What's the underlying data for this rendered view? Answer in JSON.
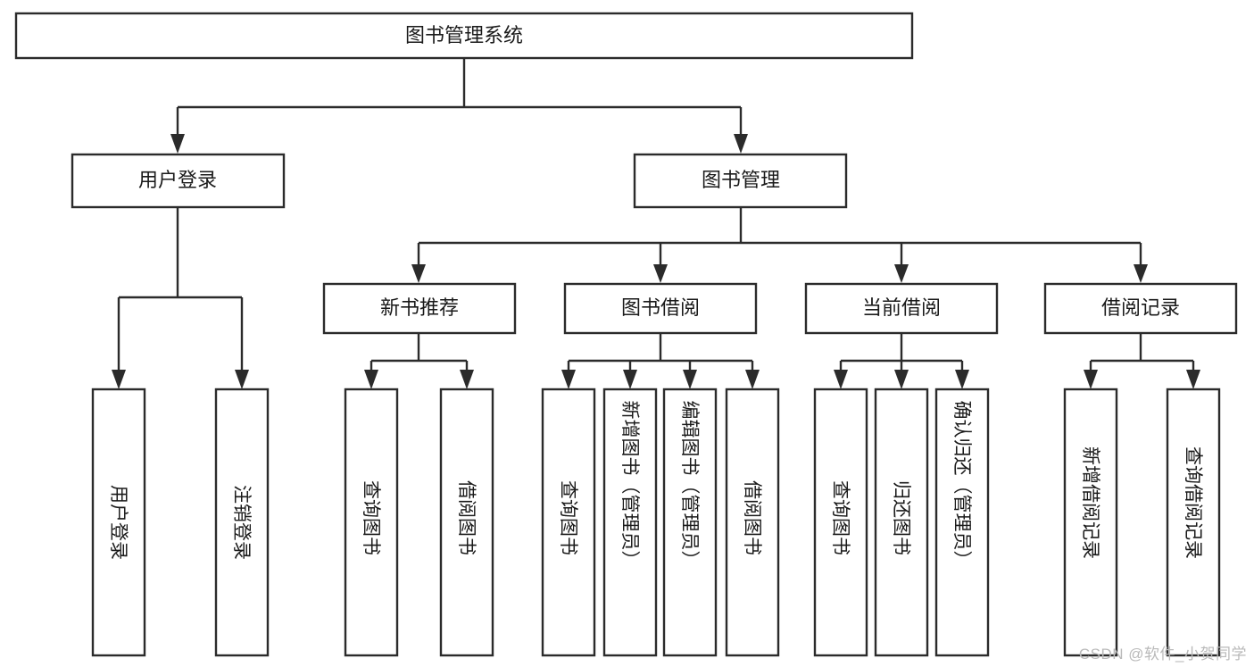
{
  "diagram": {
    "type": "tree-hierarchy",
    "title": "图书管理系统",
    "orientation": "top-down",
    "colors": {
      "background": "#ffffff",
      "box_fill": "#ffffff",
      "box_stroke": "#2b2b2b",
      "connector": "#2b2b2b",
      "text": "#1a1a1a",
      "watermark": "#b9b9b9"
    },
    "root": {
      "id": "root",
      "label": "图书管理系统",
      "orientation": "horizontal"
    },
    "level2": [
      {
        "id": "user-login",
        "label": "用户登录",
        "orientation": "horizontal"
      },
      {
        "id": "book-management",
        "label": "图书管理",
        "orientation": "horizontal"
      }
    ],
    "level3": [
      {
        "id": "new-book-recommend",
        "label": "新书推荐",
        "orientation": "horizontal",
        "parent": "book-management"
      },
      {
        "id": "book-borrow",
        "label": "图书借阅",
        "orientation": "horizontal",
        "parent": "book-management"
      },
      {
        "id": "current-borrow",
        "label": "当前借阅",
        "orientation": "horizontal",
        "parent": "book-management"
      },
      {
        "id": "borrow-record",
        "label": "借阅记录",
        "orientation": "horizontal",
        "parent": "book-management"
      }
    ],
    "leaves": [
      {
        "id": "leaf-user-login",
        "label": "用户登录",
        "orientation": "vertical",
        "parent": "user-login"
      },
      {
        "id": "leaf-logout-login",
        "label": "注销登录",
        "orientation": "vertical",
        "parent": "user-login"
      },
      {
        "id": "leaf-query-book-1",
        "label": "查询图书",
        "orientation": "vertical",
        "parent": "new-book-recommend"
      },
      {
        "id": "leaf-borrow-book-1",
        "label": "借阅图书",
        "orientation": "vertical",
        "parent": "new-book-recommend"
      },
      {
        "id": "leaf-query-book-2",
        "label": "查询图书",
        "orientation": "vertical",
        "parent": "book-borrow"
      },
      {
        "id": "leaf-add-book",
        "label": "新增图书（管理员）",
        "orientation": "vertical",
        "parent": "book-borrow"
      },
      {
        "id": "leaf-edit-book",
        "label": "编辑图书（管理员）",
        "orientation": "vertical",
        "parent": "book-borrow"
      },
      {
        "id": "leaf-borrow-book-2",
        "label": "借阅图书",
        "orientation": "vertical",
        "parent": "book-borrow"
      },
      {
        "id": "leaf-query-book-3",
        "label": "查询图书",
        "orientation": "vertical",
        "parent": "current-borrow"
      },
      {
        "id": "leaf-return-book",
        "label": "归还图书",
        "orientation": "vertical",
        "parent": "current-borrow"
      },
      {
        "id": "leaf-confirm-return",
        "label": "确认归还（管理员）",
        "orientation": "vertical",
        "parent": "current-borrow"
      },
      {
        "id": "leaf-add-record",
        "label": "新增借阅记录",
        "orientation": "vertical",
        "parent": "borrow-record"
      },
      {
        "id": "leaf-query-record",
        "label": "查询借阅记录",
        "orientation": "vertical",
        "parent": "borrow-record"
      }
    ]
  },
  "watermark": {
    "text": "CSDN @软件_小贺同学"
  }
}
